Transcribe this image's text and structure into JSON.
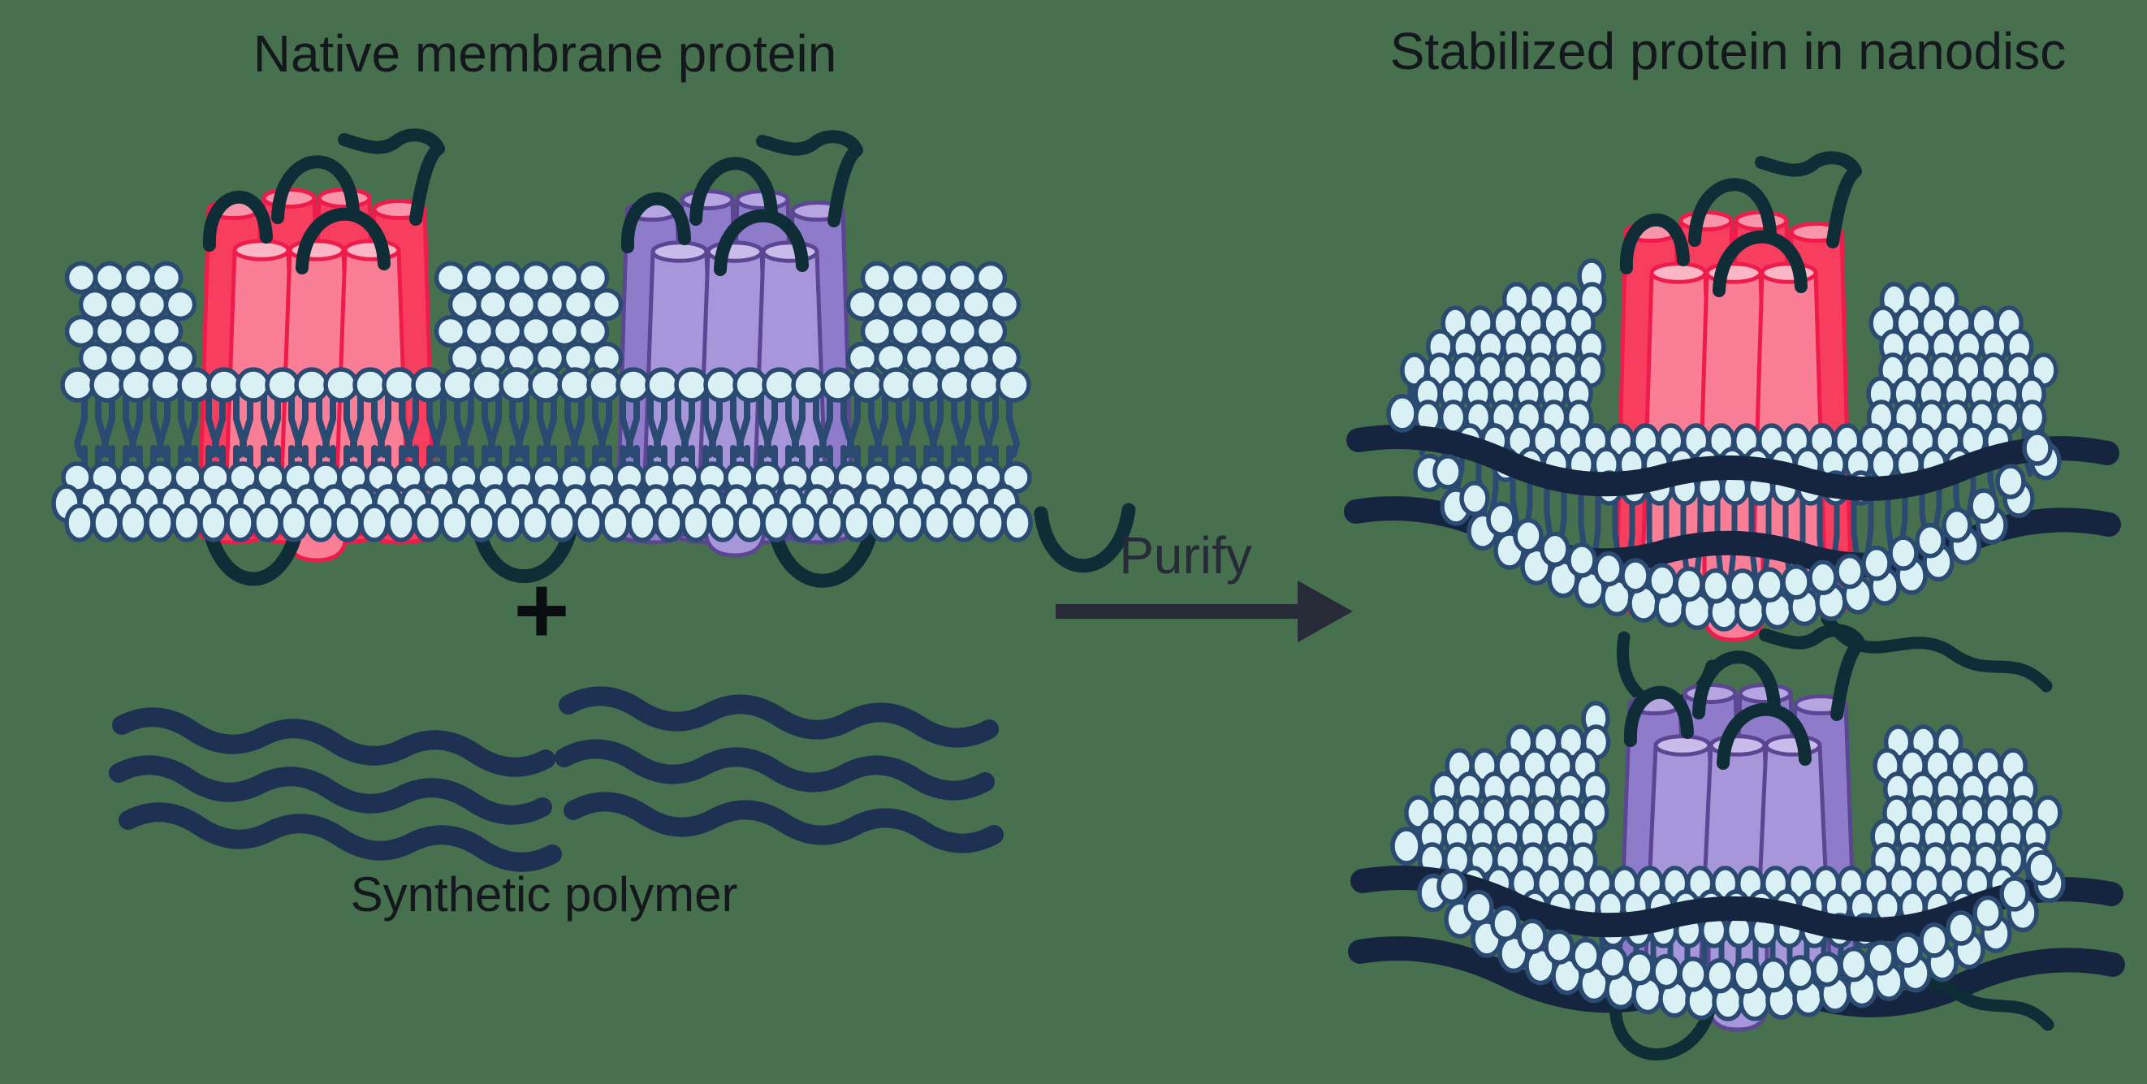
{
  "titles": {
    "left": "Native membrane protein",
    "right": "Stabilized protein in nanodisc"
  },
  "labels": {
    "purify": "Purify",
    "plus": "+",
    "polymer": "Synthetic polymer"
  },
  "palette": {
    "background": "#47704E",
    "head_fill": "#D9F0F4",
    "head_stroke": "#2A4A72",
    "tail": "#2A4A72",
    "belt": "#16253F",
    "polymer": "#1E3153",
    "loop": "#0F2D37",
    "text": "#14181D",
    "arrow": "#262B37",
    "plus": "#0A0D10",
    "red_body": "#F73E5F",
    "red_front": "#FA7E96",
    "red_top": "#F995AA",
    "red_front_top": "#FBB7C5",
    "red_stroke": "#EE1C4B",
    "red_cap": "#FA6A85",
    "purple_body": "#8E7CCB",
    "purple_front": "#A796D9",
    "purple_top": "#B5A5E1",
    "purple_front_top": "#C9BCEA",
    "purple_stroke": "#5B4693"
  }
}
